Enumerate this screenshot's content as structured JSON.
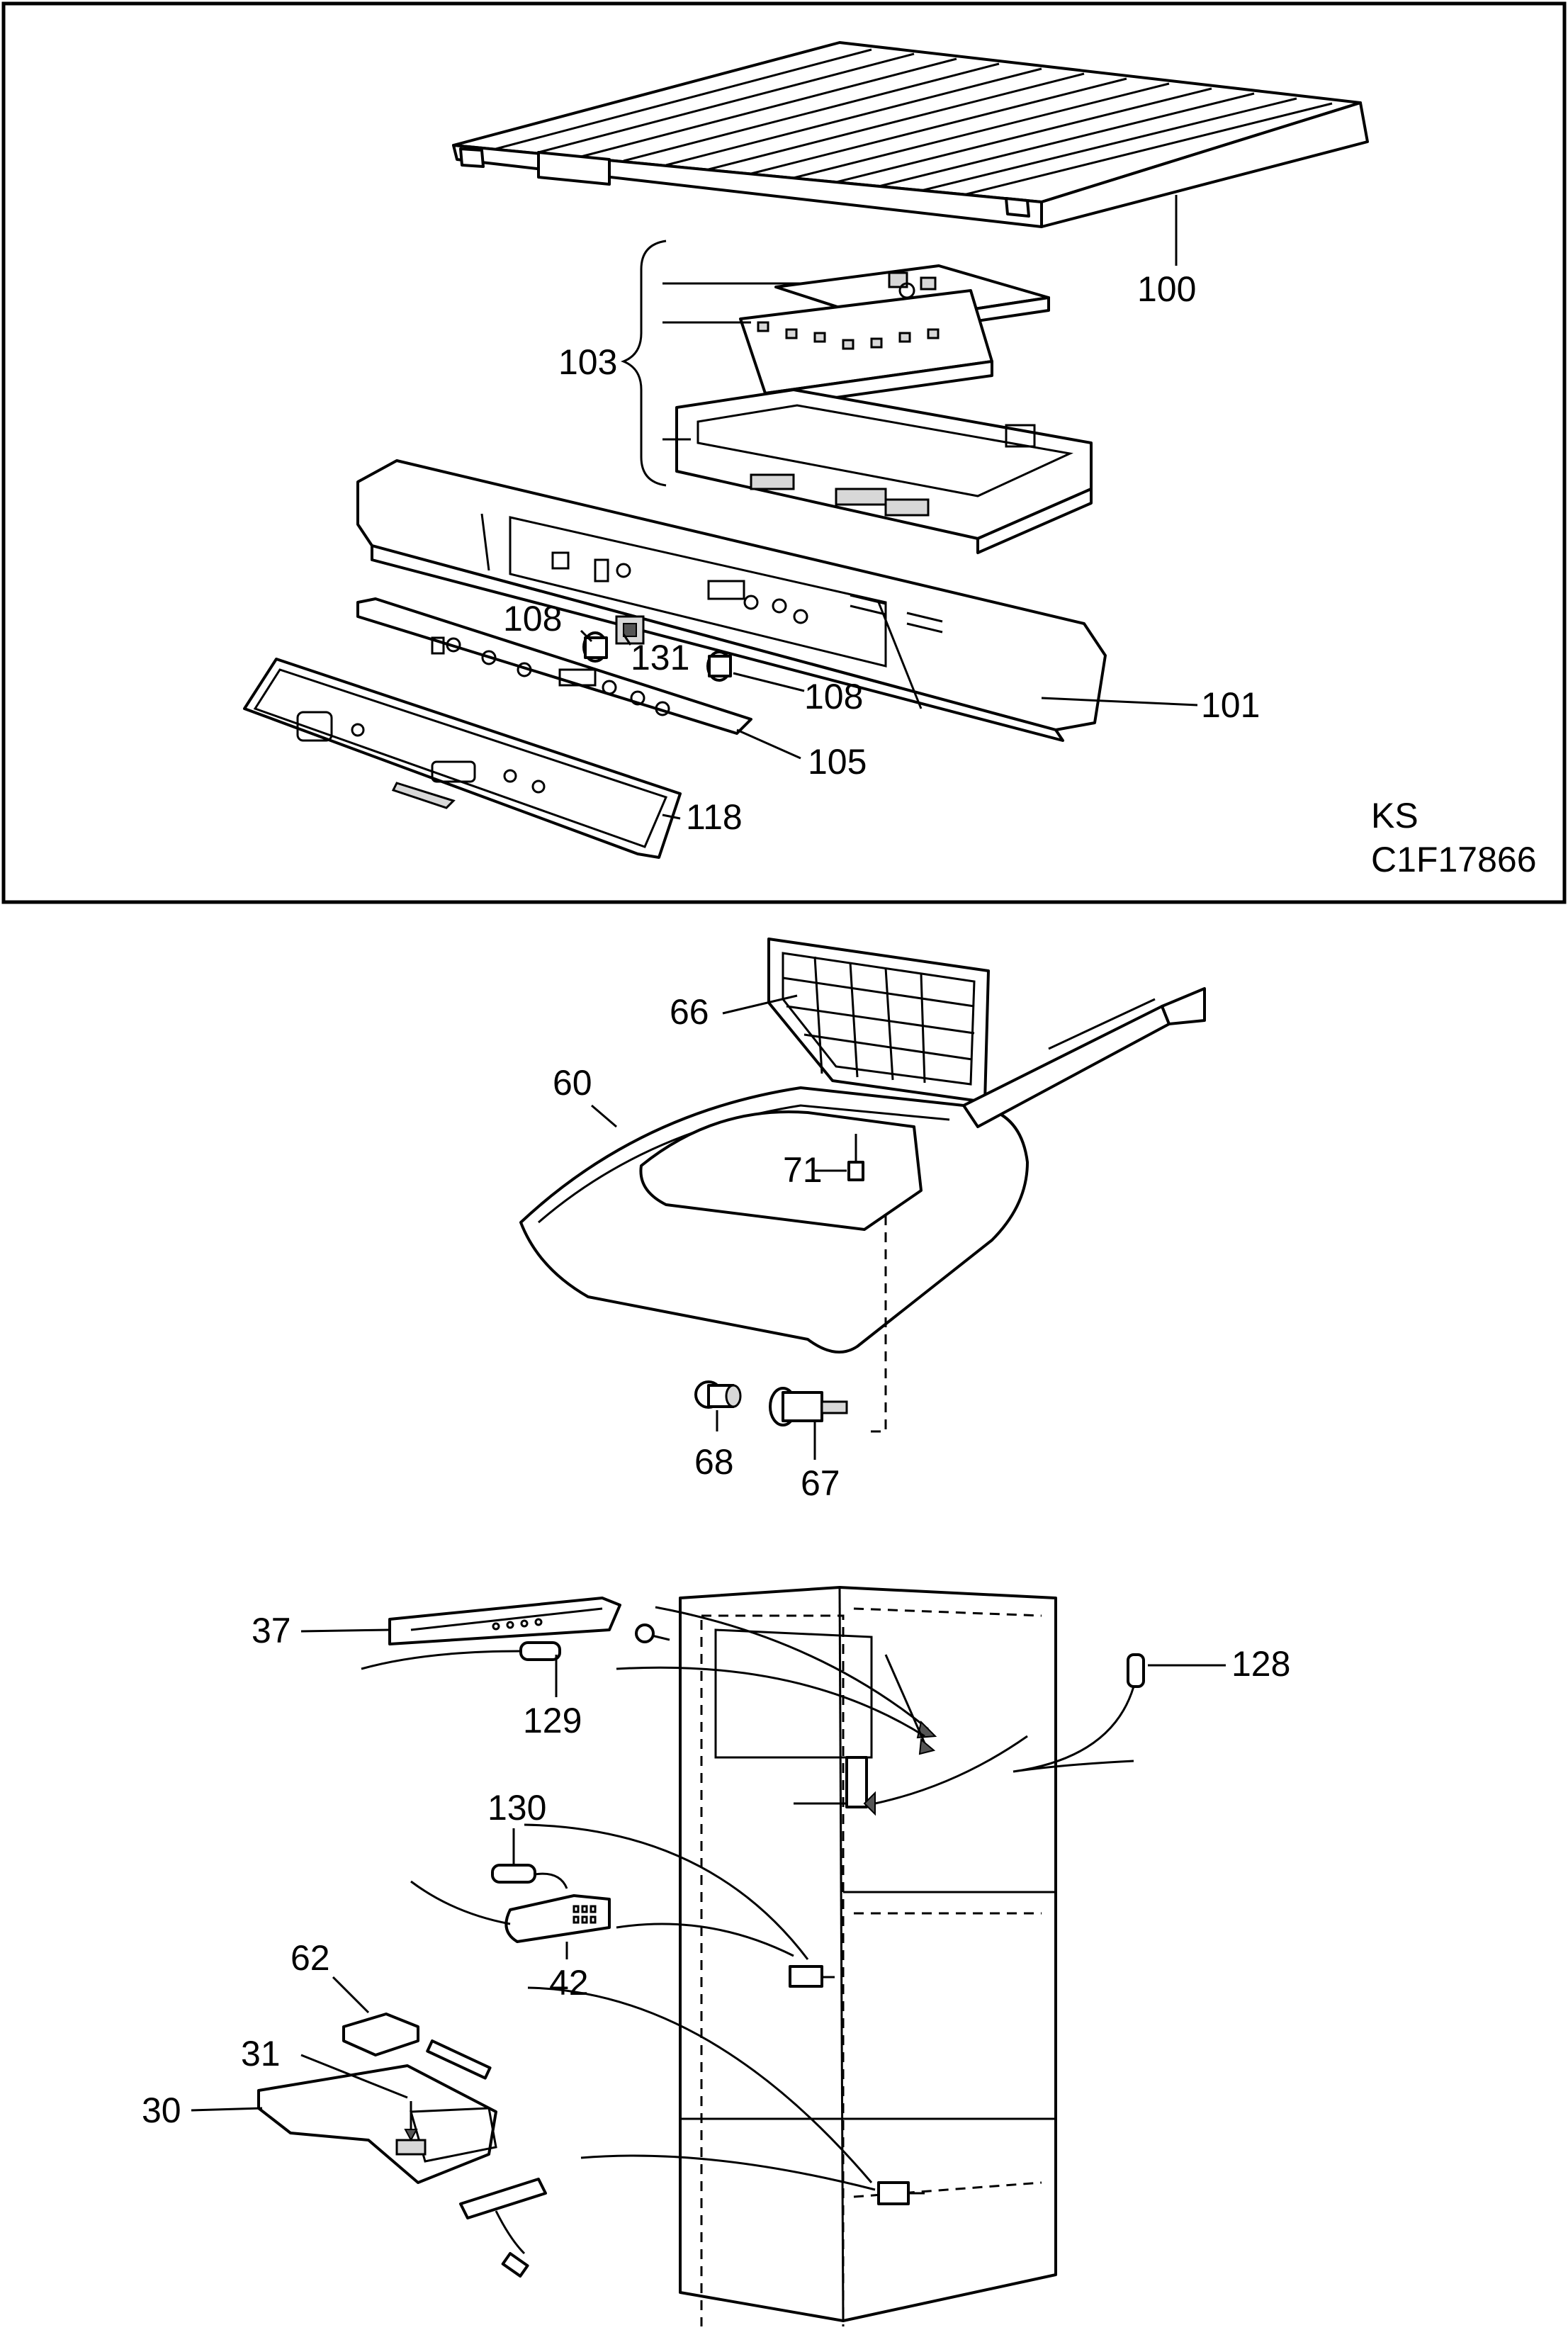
{
  "drawing": {
    "code_line1": "KS",
    "code_line2": "C1F17866"
  },
  "panel_top": {
    "labels": {
      "p100": "100",
      "p103": "103",
      "p108a": "108",
      "p131": "131",
      "p108b": "108",
      "p101": "101",
      "p105": "105",
      "p118": "118"
    }
  },
  "panel_middle": {
    "labels": {
      "p66": "66",
      "p60": "60",
      "p71": "71",
      "p68": "68",
      "p67": "67"
    }
  },
  "panel_bottom": {
    "labels": {
      "p37": "37",
      "p129": "129",
      "p128": "128",
      "p130": "130",
      "p42": "42",
      "p62": "62",
      "p31": "31",
      "p30": "30"
    }
  }
}
